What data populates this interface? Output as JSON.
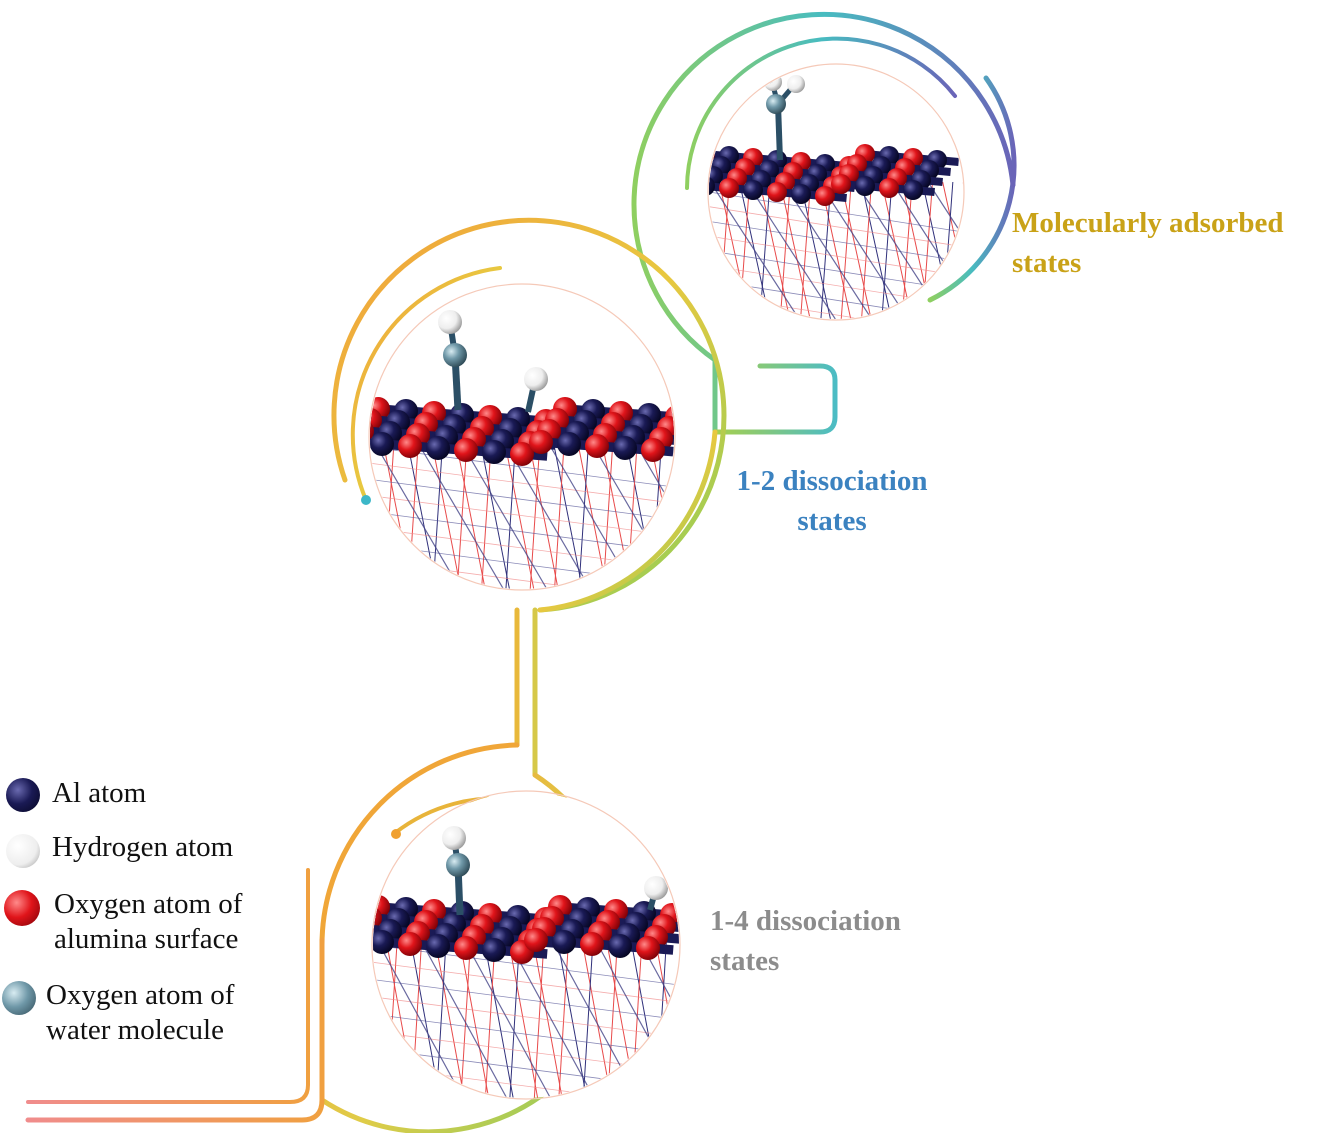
{
  "stages": [
    {
      "key": "molecular",
      "line1": "Molecularly adsorbed",
      "line2": "states",
      "color": "#c9a217"
    },
    {
      "key": "d12",
      "line1": "1-2 dissociation",
      "line2": "states",
      "color": "#3b82c0"
    },
    {
      "key": "d14",
      "line1": "1-4 dissociation",
      "line2": "states",
      "color": "#8c8c8c"
    }
  ],
  "legend": [
    {
      "text1": "Al atom",
      "text2": "",
      "color": "#15154a"
    },
    {
      "text1": "Hydrogen atom",
      "text2": "",
      "color": "#f2f2f2"
    },
    {
      "text1": "Oxygen atom of",
      "text2": "alumina surface",
      "color": "#e0141a"
    },
    {
      "text1": "Oxygen atom of",
      "text2": "water molecule",
      "color": "#6f98a8"
    }
  ],
  "colors": {
    "al": "#15154a",
    "oxygen_surface": "#e0141a",
    "oxygen_water": "#6f98a8",
    "hydrogen": "#f2f2f2",
    "path_warm": "#f0a030",
    "path_green": "#9ccc55",
    "path_teal": "#3cb7c8",
    "path_blue": "#5a6fbf"
  }
}
